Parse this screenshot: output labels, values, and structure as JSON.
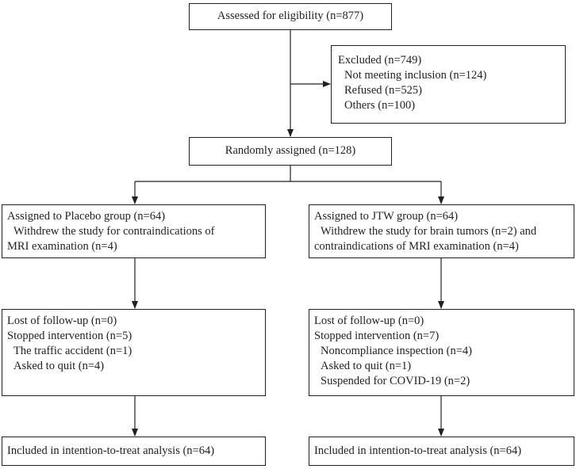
{
  "eligibility": {
    "text": "Assessed for eligibility (n=877)"
  },
  "excluded": {
    "title": "Excluded (n=749)",
    "items": [
      "Not meeting inclusion (n=124)",
      "Refused (n=525)",
      "Others (n=100)"
    ]
  },
  "randomized": {
    "text": "Randomly assigned (n=128)"
  },
  "placebo": {
    "assigned": {
      "title": "Assigned to Placebo group (n=64)",
      "line1": "Withdrew the study for contraindications of",
      "line2": "MRI examination (n=4)"
    },
    "followup": {
      "lost": "Lost of follow-up (n=0)",
      "stopped": "Stopped intervention (n=5)",
      "reasons": [
        "The traffic accident (n=1)",
        "Asked to quit  (n=4)"
      ]
    },
    "analysis": "Included in intention-to-treat analysis (n=64)"
  },
  "jtw": {
    "assigned": {
      "title": "Assigned to JTW group (n=64)",
      "line1": "Withdrew the study for brain tumors (n=2) and",
      "line2": "contraindications of MRI examination  (n=4)"
    },
    "followup": {
      "lost": "Lost of follow-up (n=0)",
      "stopped": "Stopped intervention (n=7)",
      "reasons": [
        "Noncompliance inspection (n=4)",
        "Asked to quit  (n=1)",
        "Suspended for COVID-19 (n=2)"
      ]
    },
    "analysis": "Included in intention-to-treat analysis (n=64)"
  }
}
